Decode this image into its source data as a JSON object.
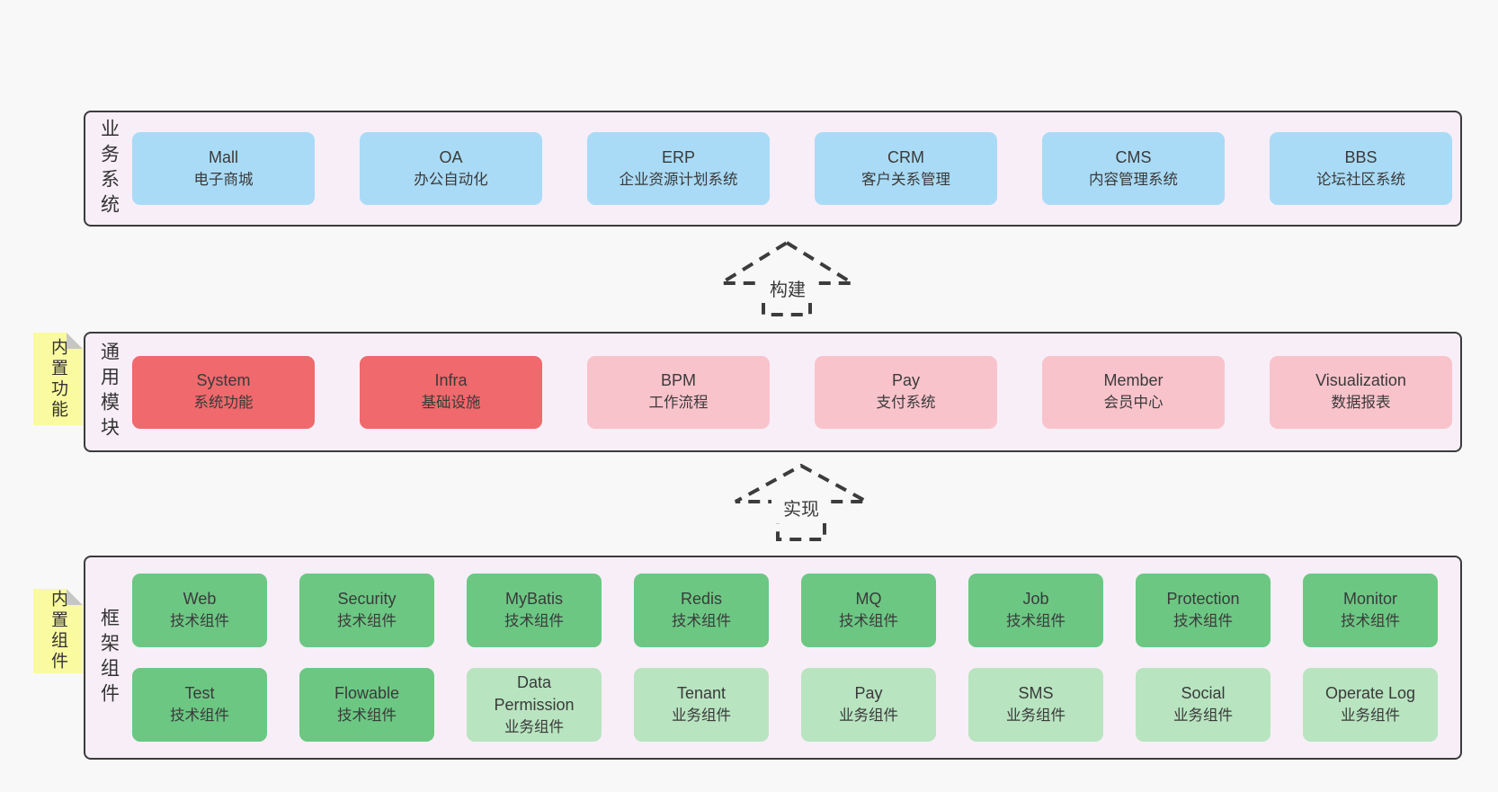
{
  "colors": {
    "page_bg": "#f8f8f8",
    "band_bg": "#f8eef7",
    "band_border": "#3b3b3b",
    "blue_box": "#a9dbf6",
    "red_box": "#f0696c",
    "pink_box": "#f9c3cb",
    "green_box": "#6cc783",
    "light_green_box": "#b8e4c0",
    "sticky_yellow": "#fafaa0",
    "text": "#3a3a3a"
  },
  "bands": {
    "business": {
      "label": "业务系统",
      "boxes": [
        {
          "en": "Mall",
          "zh": "电子商城"
        },
        {
          "en": "OA",
          "zh": "办公自动化"
        },
        {
          "en": "ERP",
          "zh": "企业资源计划系统"
        },
        {
          "en": "CRM",
          "zh": "客户关系管理"
        },
        {
          "en": "CMS",
          "zh": "内容管理系统"
        },
        {
          "en": "BBS",
          "zh": "论坛社区系统"
        }
      ]
    },
    "modules": {
      "label": "通用模块",
      "sticky_note": "内置功能",
      "boxes": [
        {
          "en": "System",
          "zh": "系统功能"
        },
        {
          "en": "Infra",
          "zh": "基础设施"
        },
        {
          "en": "BPM",
          "zh": "工作流程"
        },
        {
          "en": "Pay",
          "zh": "支付系统"
        },
        {
          "en": "Member",
          "zh": "会员中心"
        },
        {
          "en": "Visualization",
          "zh": "数据报表"
        }
      ]
    },
    "framework": {
      "label": "框架组件",
      "sticky_note": "内置组件",
      "row1": [
        {
          "en": "Web",
          "zh": "技术组件"
        },
        {
          "en": "Security",
          "zh": "技术组件"
        },
        {
          "en": "MyBatis",
          "zh": "技术组件"
        },
        {
          "en": "Redis",
          "zh": "技术组件"
        },
        {
          "en": "MQ",
          "zh": "技术组件"
        },
        {
          "en": "Job",
          "zh": "技术组件"
        },
        {
          "en": "Protection",
          "zh": "技术组件"
        },
        {
          "en": "Monitor",
          "zh": "技术组件"
        }
      ],
      "row2": [
        {
          "en": "Test",
          "zh": "技术组件"
        },
        {
          "en": "Flowable",
          "zh": "技术组件"
        },
        {
          "en": "Data\nPermission",
          "zh": "业务组件"
        },
        {
          "en": "Tenant",
          "zh": "业务组件"
        },
        {
          "en": "Pay",
          "zh": "业务组件"
        },
        {
          "en": "SMS",
          "zh": "业务组件"
        },
        {
          "en": "Social",
          "zh": "业务组件"
        },
        {
          "en": "Operate Log",
          "zh": "业务组件"
        }
      ]
    }
  },
  "arrows": [
    {
      "label": "构建"
    },
    {
      "label": "实现"
    }
  ]
}
